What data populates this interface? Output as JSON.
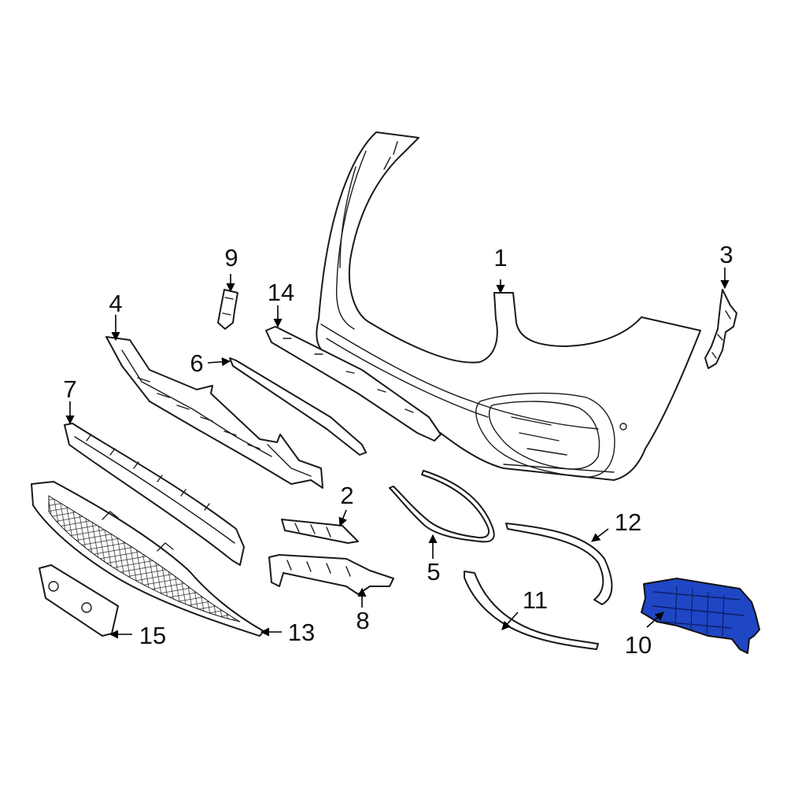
{
  "diagram": {
    "highlight_color": "#1f46c4",
    "callouts": [
      {
        "id": "1",
        "label": "1",
        "highlighted": false
      },
      {
        "id": "2",
        "label": "2",
        "highlighted": false
      },
      {
        "id": "3",
        "label": "3",
        "highlighted": false
      },
      {
        "id": "4",
        "label": "4",
        "highlighted": false
      },
      {
        "id": "5",
        "label": "5",
        "highlighted": false
      },
      {
        "id": "6",
        "label": "6",
        "highlighted": false
      },
      {
        "id": "7",
        "label": "7",
        "highlighted": false
      },
      {
        "id": "8",
        "label": "8",
        "highlighted": false
      },
      {
        "id": "9",
        "label": "9",
        "highlighted": false
      },
      {
        "id": "10",
        "label": "10",
        "highlighted": true
      },
      {
        "id": "11",
        "label": "11",
        "highlighted": false
      },
      {
        "id": "12",
        "label": "12",
        "highlighted": false
      },
      {
        "id": "13",
        "label": "13",
        "highlighted": false
      },
      {
        "id": "14",
        "label": "14",
        "highlighted": false
      },
      {
        "id": "15",
        "label": "15",
        "highlighted": false
      }
    ]
  }
}
